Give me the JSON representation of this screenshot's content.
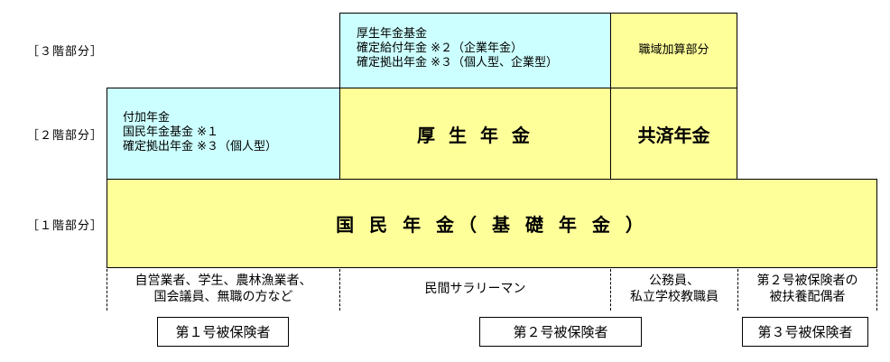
{
  "tiers": {
    "third": "［３階部分］",
    "second": "［２階部分］",
    "first": "［１階部分］"
  },
  "tier3": {
    "kosei_kikin": {
      "lines": [
        "厚生年金基金",
        "確定給付年金 ※２（企業年金）",
        "確定拠出年金 ※３（個人型、企業型）"
      ]
    },
    "shokuiki": "職域加算部分"
  },
  "tier2": {
    "fuka": {
      "lines": [
        "付加年金",
        "国民年金基金 ※１",
        "確定拠出年金 ※３（個人型）"
      ]
    },
    "kosei": "厚 生 年 金",
    "kyosai": "共済年金"
  },
  "tier1": {
    "kokumin": "国 民 年 金（ 基 礎 年 金 ）"
  },
  "categories": {
    "group1": [
      "自営業者、学生、農林漁業者、",
      "国会議員、無職の方など"
    ],
    "group2": [
      "民間サラリーマン"
    ],
    "group3": [
      "公務員、",
      "私立学校教職員"
    ],
    "group4": [
      "第２号被保険者の",
      "被扶養配偶者"
    ]
  },
  "insured": {
    "first": "第１号被保険者",
    "second": "第２号被保険者",
    "third": "第３号被保険者"
  },
  "colors": {
    "cyan": "#ccffff",
    "yellow": "#ffff99"
  }
}
